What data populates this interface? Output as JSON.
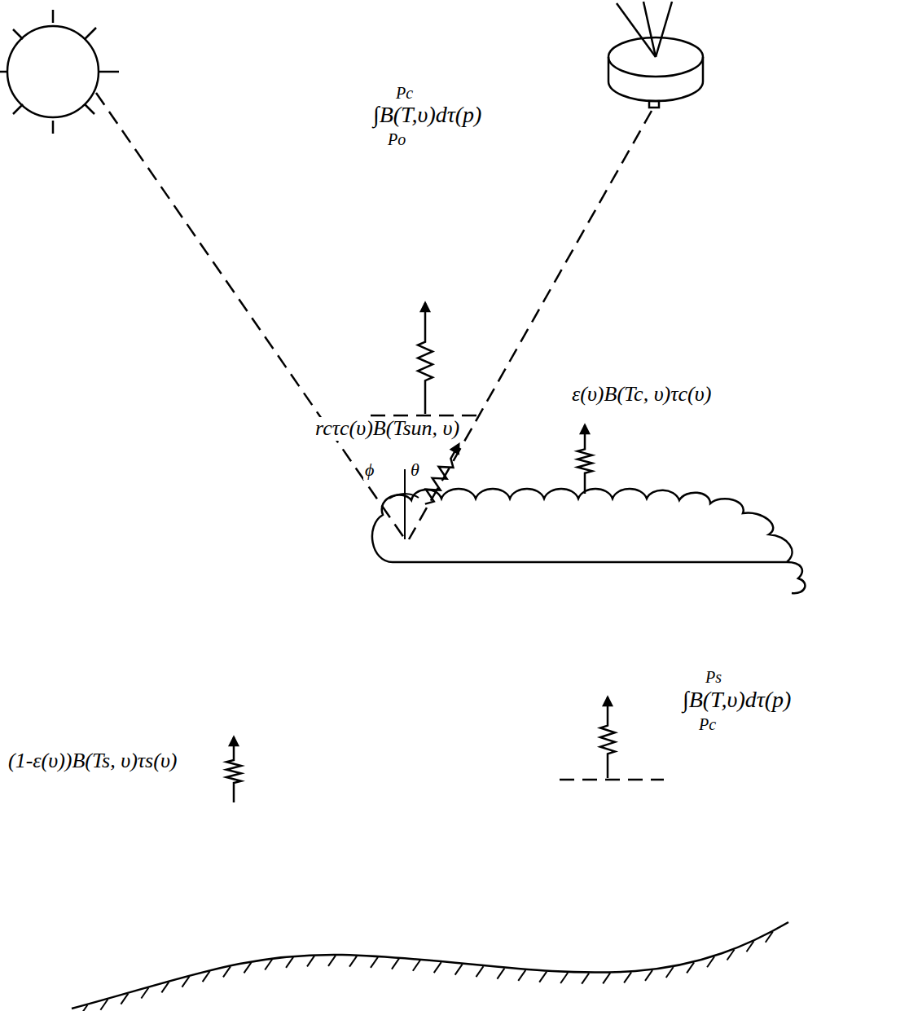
{
  "diagram": {
    "labels": [
      "Pc",
      "∫B(T,υ)dτ(p)",
      "Po",
      "rcτc(υ)B(Tsun, υ)",
      "ϕ",
      "θ",
      "ε(υ)B(Tc, υ)τc(υ)",
      "Ps",
      "∫B(T,υ)dτ(p)",
      "Pc",
      "(1-ε(υ))B(Ts, υ)τs(υ)"
    ]
  }
}
